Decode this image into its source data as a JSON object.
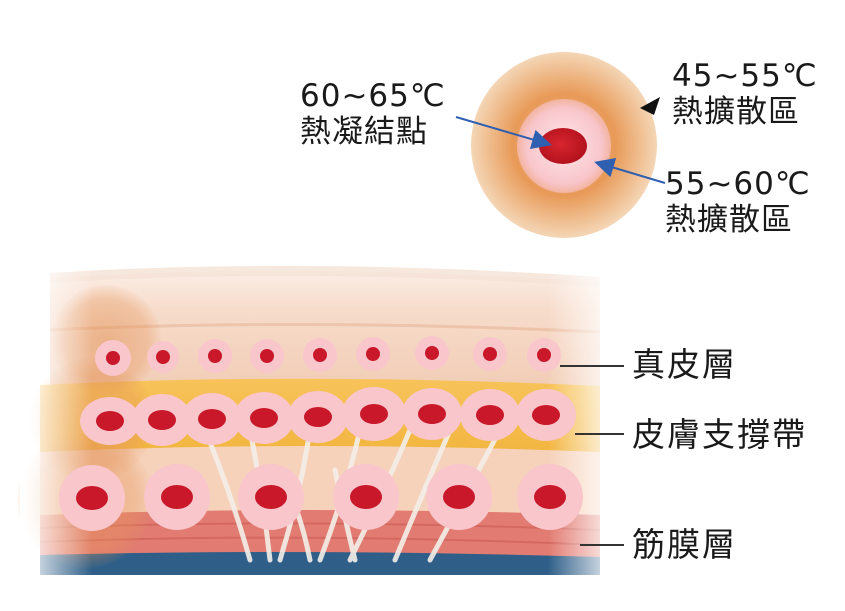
{
  "legend": {
    "core": {
      "temp": "60~65℃",
      "name": "熱凝結點"
    },
    "outer": {
      "temp": "45~55℃",
      "name": "熱擴散區"
    },
    "inner": {
      "temp": "55~60℃",
      "name": "熱擴散區"
    }
  },
  "layers": {
    "dermis": "真皮層",
    "sms": "皮膚支撐帶",
    "fascia": "筋膜層"
  },
  "colors": {
    "core": "#c8182a",
    "inner_ring": "#f7c3c8",
    "outer_zone": "#e39a5a",
    "arrow": "#2f5fb0",
    "fat": "#f3b53a",
    "muscle": "#e0726a",
    "fascia_blue": "#2e5d86"
  }
}
